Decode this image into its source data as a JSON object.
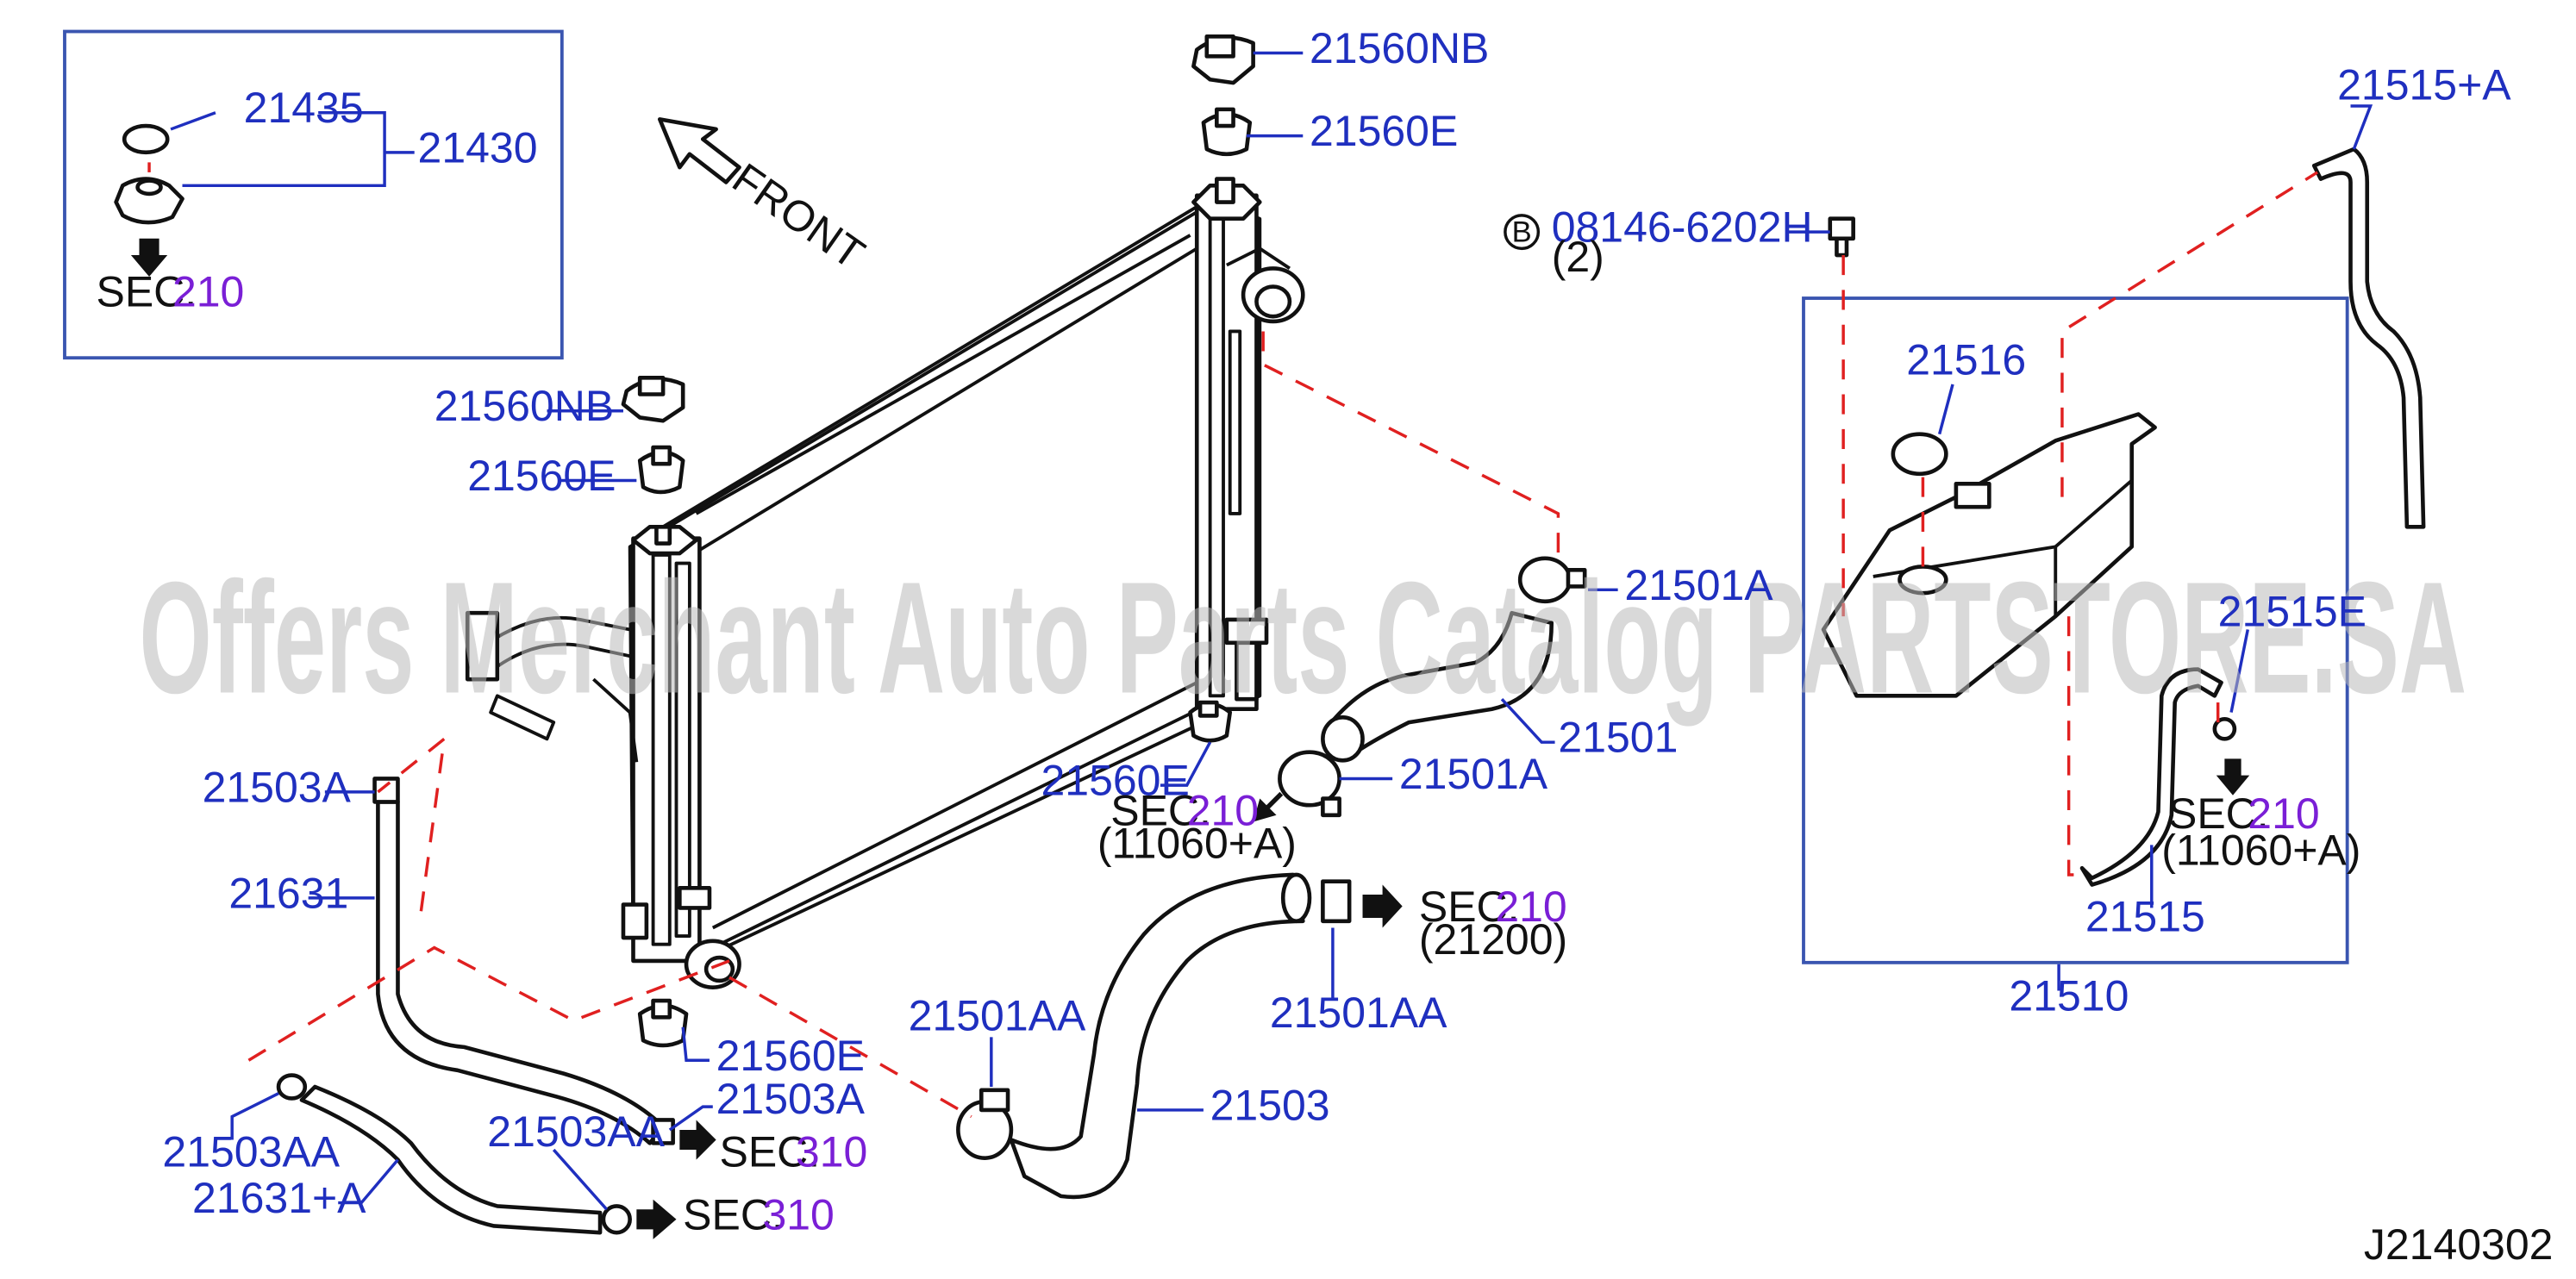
{
  "front_label": "FRONT",
  "watermark": "Offers Merchant Auto Parts Catalog PARTSTORE.SA",
  "diagram_id": "J2140302",
  "parts": {
    "p21435": "21435",
    "p21430": "21430",
    "p21560NB_top": "21560NB",
    "p21560E_top": "21560E",
    "p21560NB_left": "21560NB",
    "p21560E_left": "21560E",
    "p21560E_mid": "21560E",
    "p21560E_bottom": "21560E",
    "p21501A_top": "21501A",
    "p21501": "21501",
    "p21501A_low": "21501A",
    "p21503A_left": "21503A",
    "p21631": "21631",
    "p21503AA_left": "21503AA",
    "p21631A": "21631+A",
    "p21503AA_mid": "21503AA",
    "p21503A_low": "21503A",
    "p21501AA_left": "21501AA",
    "p21503": "21503",
    "p21501AA_right": "21501AA",
    "p21515A": "21515+A",
    "p08146": "08146-6202H",
    "p08146_qty": "(2)",
    "bolt_marker": "B",
    "p21516": "21516",
    "p21515E": "21515E",
    "p21515": "21515",
    "p21510": "21510"
  },
  "sections": {
    "inset": {
      "prefix": "SEC.",
      "num": "210",
      "sub": ""
    },
    "center": {
      "prefix": "SEC.",
      "num": "210",
      "sub": "(11060+A)"
    },
    "hose_right": {
      "prefix": "SEC.",
      "num": "210",
      "sub": "(21200)"
    },
    "reservoir": {
      "prefix": "SEC.",
      "num": "210",
      "sub": "(11060+A)"
    },
    "hose_lower_1": {
      "prefix": "SEC.",
      "num": "310",
      "sub": ""
    },
    "hose_lower_2": {
      "prefix": "SEC.",
      "num": "310",
      "sub": ""
    }
  },
  "colors": {
    "part_number": "#1f2fbf",
    "section_number": "#7a1fd6",
    "leader_line": "#1f2fbf",
    "reference_dash": "#e02020",
    "watermark": "#b9b9b9"
  }
}
